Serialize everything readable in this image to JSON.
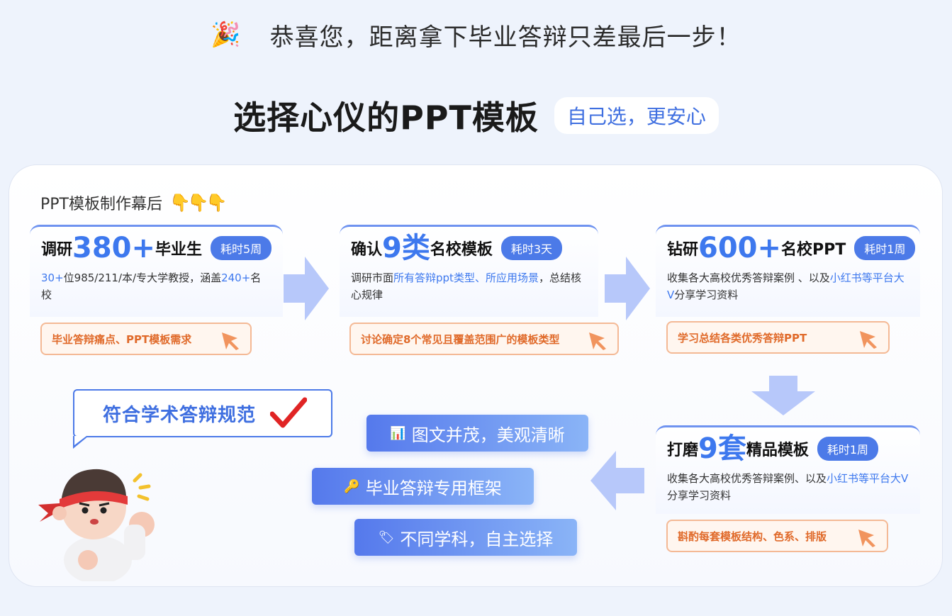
{
  "top": {
    "text": "恭喜您，距离拿下毕业答辩只差最后一步！",
    "icon": "party-popper-icon"
  },
  "heading": {
    "title": "选择心仪的PPT模板",
    "pill": "自己选，更安心"
  },
  "section": {
    "title": "PPT模板制作幕后"
  },
  "steps": [
    {
      "pre": "调研",
      "big": "380+",
      "post": "毕业生",
      "badge": "耗时5周",
      "desc_parts": [
        {
          "t": "30+",
          "hl": true
        },
        {
          "t": "位985/211/本/专大学教授，涵盖",
          "hl": false
        },
        {
          "t": "240+",
          "hl": true
        },
        {
          "t": "名校",
          "hl": false
        }
      ],
      "tag": "毕业答辩痛点、PPT模板需求"
    },
    {
      "pre": "确认",
      "big": "9类",
      "post": "名校模板",
      "badge": "耗时3天",
      "desc_parts": [
        {
          "t": "调研市面",
          "hl": false
        },
        {
          "t": "所有答辩ppt类型、所应用场景",
          "hl": true
        },
        {
          "t": "，总结核心规律",
          "hl": false
        }
      ],
      "tag": "讨论确定8个常见且覆盖范围广的模板类型"
    },
    {
      "pre": "钻研",
      "big": "600+",
      "post": "名校PPT",
      "badge": "耗时1周",
      "desc_parts": [
        {
          "t": "收集各大高校优秀答辩案例 、以及",
          "hl": false
        },
        {
          "t": "小红书等平台大V",
          "hl": true
        },
        {
          "t": "分享学习资料",
          "hl": false
        }
      ],
      "tag": "学习总结各类优秀答辩PPT"
    },
    {
      "pre": "打磨",
      "big": "9套",
      "post": "精品模板",
      "badge": "耗时1周",
      "desc_parts": [
        {
          "t": "收集各大高校优秀答辩案例、以及",
          "hl": false
        },
        {
          "t": "小红书等平台大V",
          "hl": true
        },
        {
          "t": "分享学习资料",
          "hl": false
        }
      ],
      "tag": "斟酌每套模板结构、色系、排版"
    }
  ],
  "speech": {
    "text": "符合学术答辩规范"
  },
  "features": [
    {
      "icon": "📊",
      "label": "图文并茂，美观清晰"
    },
    {
      "icon": "🔑",
      "label": "毕业答辩专用框架"
    },
    {
      "icon": "🏷",
      "label": "不同学科，自主选择"
    }
  ],
  "colors": {
    "accent": "#3d78ee",
    "badge": "#4c7ae8",
    "tag_text": "#e06a2a",
    "tag_border": "#f4b995",
    "arrow": "#b7c8fa"
  }
}
